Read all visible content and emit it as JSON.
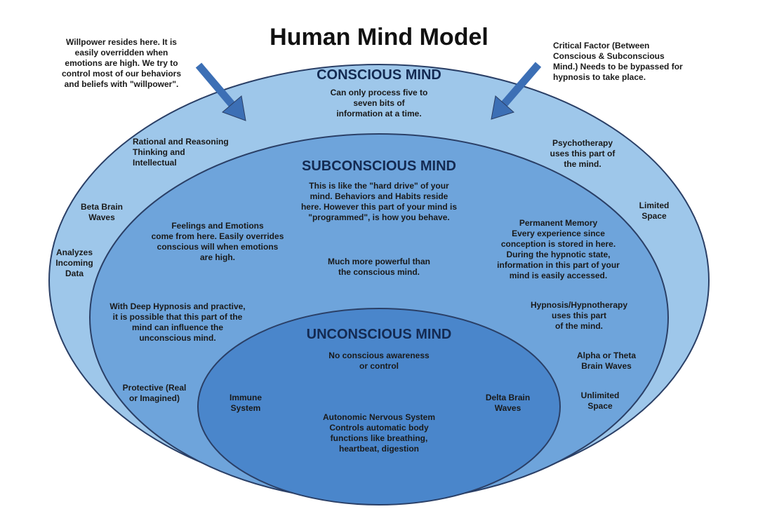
{
  "title": "Human Mind Model",
  "colors": {
    "conscious_fill": "#9ec7ea",
    "subconscious_fill": "#6ea4db",
    "unconscious_fill": "#4a86cb",
    "outline": "#2a3f66",
    "arrow": "#3c6fb5",
    "heading_text": "#142a52"
  },
  "annotations": {
    "willpower": "Willpower resides here. It is\neasily overridden when\nemotions are high. We try to\ncontrol most of our behaviors\nand beliefs with \"willpower\".",
    "critical_factor": "Critical Factor (Between\nConscious & Subconscious\nMind.) Needs to be bypassed for\nhypnosis to take place."
  },
  "conscious": {
    "heading": "CONSCIOUS MIND",
    "description": "Can only process five to\nseven bits of\ninformation at a time.",
    "rational": "Rational and Reasoning\nThinking and\nIntellectual",
    "beta": "Beta Brain\nWaves",
    "analyzes": "Analyzes\nIncoming\nData",
    "psychotherapy": "Psychotherapy\nuses this part of\nthe mind.",
    "limited": "Limited\nSpace"
  },
  "subconscious": {
    "heading": "SUBCONSCIOUS MIND",
    "description": "This is like the \"hard drive\" of your\nmind. Behaviors and Habits reside\nhere. However this part of your mind is\n\"programmed\", is how you behave.",
    "feelings": "Feelings and Emotions\ncome from here. Easily overrides\nconscious will when emotions\nare high.",
    "powerful": "Much more powerful than\nthe conscious mind.",
    "memory": "Permanent Memory\nEvery experience since\nconception is stored in here.\nDuring the hypnotic state,\ninformation in this part of your\nmind is easily accessed.",
    "deep_hypnosis": "With Deep Hypnosis and practive,\nit is possible that this part of the\nmind can influence the\nunconscious mind.",
    "hypnotherapy": "Hypnosis/Hypnotherapy\nuses this part\nof the mind.",
    "alpha_theta": "Alpha or Theta\nBrain Waves",
    "protective": "Protective (Real\nor Imagined)",
    "unlimited": "Unlimited\nSpace"
  },
  "unconscious": {
    "heading": "UNCONSCIOUS MIND",
    "description": "No conscious awareness\nor control",
    "immune": "Immune\nSystem",
    "delta": "Delta Brain\nWaves",
    "autonomic": "Autonomic Nervous System\nControls automatic body\nfunctions like breathing,\nheartbeat, digestion"
  }
}
